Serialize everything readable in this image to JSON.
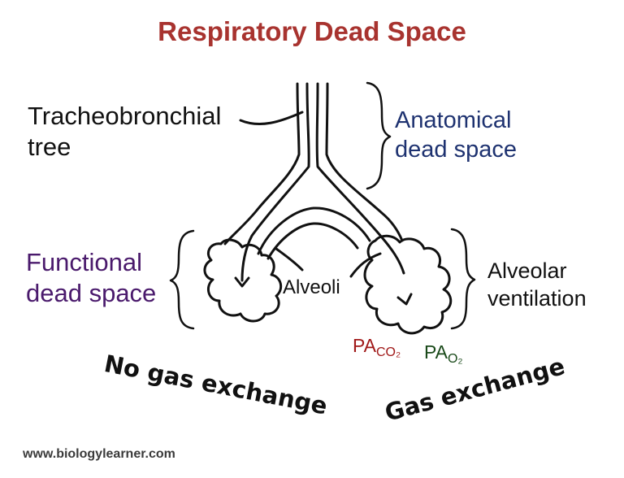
{
  "title": "Respiratory Dead Space",
  "labels": {
    "tracheobronchial_line1": "Tracheobronchial",
    "tracheobronchial_line2": "tree",
    "anatomical_line1": "Anatomical",
    "anatomical_line2": "dead space",
    "functional_line1": "Functional",
    "functional_line2": "dead space",
    "alveolar_line1": "Alveolar",
    "alveolar_line2": "ventilation",
    "alveoli": "Alveoli",
    "pa_co2_main": "PA",
    "pa_co2_sub": "CO₂",
    "pa_o2_main": "PA",
    "pa_o2_sub": "O₂",
    "no_gas_exchange": "No gas exchange",
    "gas_exchange": "Gas exchange"
  },
  "footer": "www.biologylearner.com",
  "colors": {
    "title": "#a8332f",
    "anatomical": "#1e3270",
    "functional": "#4a1a6c",
    "pa_co2": "#a01818",
    "pa_o2": "#1a4a1a"
  }
}
